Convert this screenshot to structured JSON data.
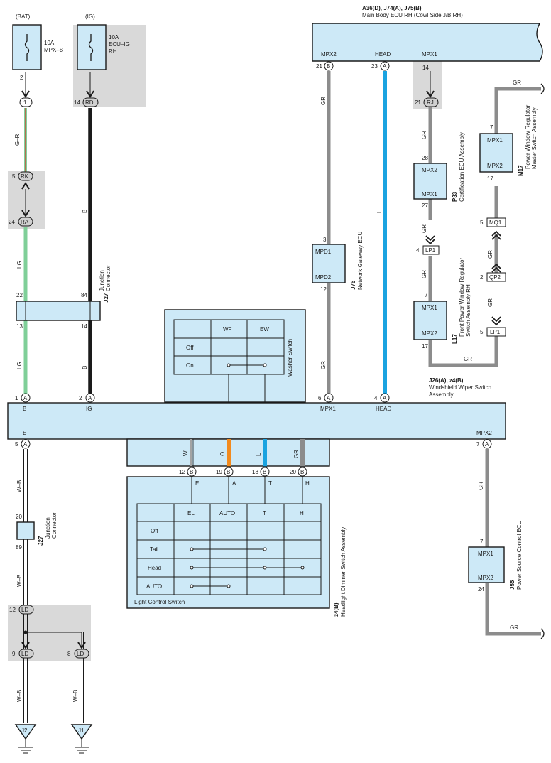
{
  "colors": {
    "box_fill": "#cde9f7",
    "shade": "#d9d9d9",
    "wire_gray": "#8c8c8c",
    "wire_black": "#1a1a1a",
    "wire_blue": "#1aa3e0",
    "wire_green": "#7fcf98",
    "wire_orange": "#f28a1e",
    "wire_red": "#d23a2c"
  },
  "fuses": {
    "bat": {
      "source": "(BAT)",
      "rating": "10A",
      "name": "MPX–B",
      "pin": "2"
    },
    "ig": {
      "source": "(IG)",
      "rating": "10A",
      "name_line1": "ECU–IG",
      "name_line2": "RH",
      "pin": "14",
      "conn": "RD"
    }
  },
  "main_ecu": {
    "ref": "A36(D), J74(A), J75(B)",
    "name": "Main Body ECU RH (Cowl Side J/B RH)",
    "terminals": {
      "mpx2": "MPX2",
      "head": "HEAD",
      "mpx1": "MPX1"
    },
    "pins": {
      "mpx2_num": "21",
      "mpx2_conn": "B",
      "head_num": "23",
      "head_conn": "A",
      "mpx1_num": "14",
      "rj_num": "21",
      "rj_conn": "RJ"
    }
  },
  "left_branch": {
    "pin1": "1",
    "wire_gr": "G–R",
    "rk_num": "5",
    "rk_conn": "RK",
    "ra_num": "24",
    "ra_conn": "RA",
    "wire_lg": "LG",
    "wire_lg2": "LG",
    "wire_b": "B",
    "wire_b2": "B"
  },
  "junction_top": {
    "pin_top_left": "22",
    "pin_top_right": "84",
    "pin_bot_left": "13",
    "pin_bot_right": "14",
    "ref": "J27",
    "name_line1": "Junction",
    "name_line2": "Connector"
  },
  "washer_switch": {
    "label": "Washer Switch",
    "cols": [
      "WF",
      "EW"
    ],
    "rows": [
      "Off",
      "On"
    ]
  },
  "network_gateway": {
    "ref": "J76",
    "name": "Network Gateway ECU",
    "t1": "MPD1",
    "t2": "MPD2",
    "pin1": "3",
    "pin2": "12",
    "wire_top": "GR",
    "wire_bot": "GR"
  },
  "head_wire": "L",
  "certification": {
    "ref": "P33",
    "name": "Certification ECU Assembly",
    "t1": "MPX2",
    "t2": "MPX1",
    "pin1": "28",
    "pin2": "27",
    "wire_in": "GR",
    "wire_out": "GR"
  },
  "lp1_top": {
    "num": "4",
    "conn": "LP1"
  },
  "front_window": {
    "ref": "L17",
    "name_line1": "Front Power Window Regulator",
    "name_line2": "Switch Assembly RH",
    "t1": "MPX1",
    "t2": "MPX2",
    "pin1": "7",
    "pin2": "17",
    "wire_in": "GR",
    "wire_out": "GR"
  },
  "master_switch": {
    "ref": "M17",
    "name_line1": "Power Window Regulator",
    "name_line2": "Master Switch Assembly",
    "t1": "MPX1",
    "t2": "MPX2",
    "pin1": "7",
    "pin2": "17",
    "wire_top": "GR"
  },
  "right_conns": {
    "mq1_num": "5",
    "mq1": "MQ1",
    "qp2_num": "2",
    "qp2": "QP2",
    "lp1_num": "5",
    "lp1": "LP1",
    "wire_a": "GR",
    "wire_b": "GR"
  },
  "wiper_switch": {
    "ref": "J26(A), z4(B)",
    "name_line1": "Windshield Wiper Switch",
    "name_line2": "Assembly",
    "t_b": "B",
    "t_ig": "IG",
    "t_mpx1": "MPX1",
    "t_head": "HEAD",
    "t_e": "E",
    "t_mpx2": "MPX2",
    "pin_b": "1",
    "pin_ig": "2",
    "pin_mpx1": "6",
    "pin_head": "4",
    "pin_e": "5",
    "pin_mpx2": "7",
    "conn_a": "A"
  },
  "lower_wires": {
    "w": "W",
    "o": "O",
    "l": "L",
    "gr": "GR",
    "pins": [
      "12",
      "19",
      "18",
      "20"
    ],
    "conn_b": "B",
    "terms": [
      "EL",
      "A",
      "T",
      "H"
    ]
  },
  "light_switch": {
    "label": "Light Control Switch",
    "ref": "z4(B)",
    "name": "Headlight Dimmer Switch Assembly",
    "cols": [
      "EL",
      "AUTO",
      "T",
      "H"
    ],
    "rows": [
      "Off",
      "Tail",
      "Head",
      "AUTO"
    ]
  },
  "ground_branch": {
    "wire1": "W–B",
    "wire2": "W–B",
    "wire3": "W–B",
    "wire4": "W–B",
    "jc_top": "20",
    "jc_bot": "89",
    "jc_ref": "J27",
    "jc_name1": "Junction",
    "jc_name2": "Connector",
    "ld_top_num": "12",
    "ld": "LD",
    "ld_left_num": "9",
    "ld_right_num": "8",
    "ground_left": "J2",
    "ground_right": "J1"
  },
  "power_source": {
    "ref": "J55",
    "name": "Power Source Control ECU",
    "t1": "MPX1",
    "t2": "MPX2",
    "pin1": "7",
    "pin2": "24",
    "wire_in": "GR",
    "wire_out": "GR"
  }
}
